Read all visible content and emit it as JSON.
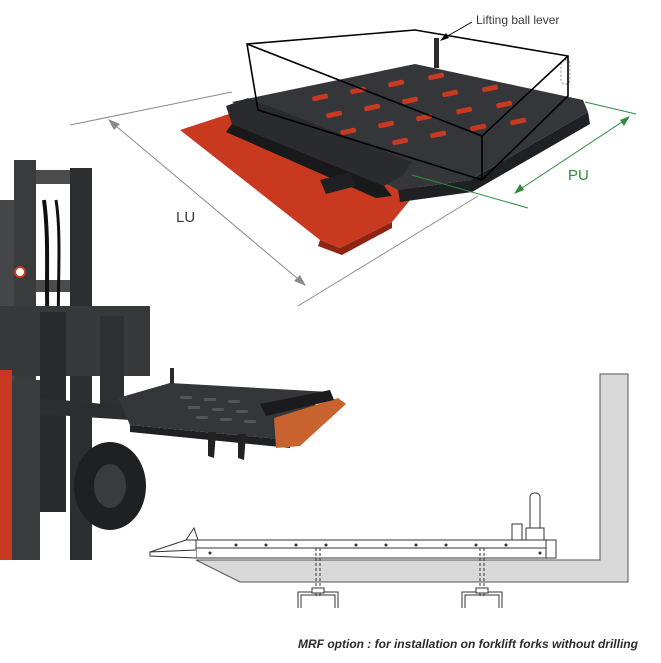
{
  "labels": {
    "lifting_lever": "Lifting ball lever",
    "lu": "LU",
    "pu": "PU"
  },
  "caption": "MRF option : for installation on forklift forks without drilling",
  "colors": {
    "platform_red": "#c8391f",
    "platform_dark": "#2f3134",
    "dimension_gray": "#8a8a8a",
    "dimension_green": "#2e8b3e",
    "outline": "#000000"
  }
}
